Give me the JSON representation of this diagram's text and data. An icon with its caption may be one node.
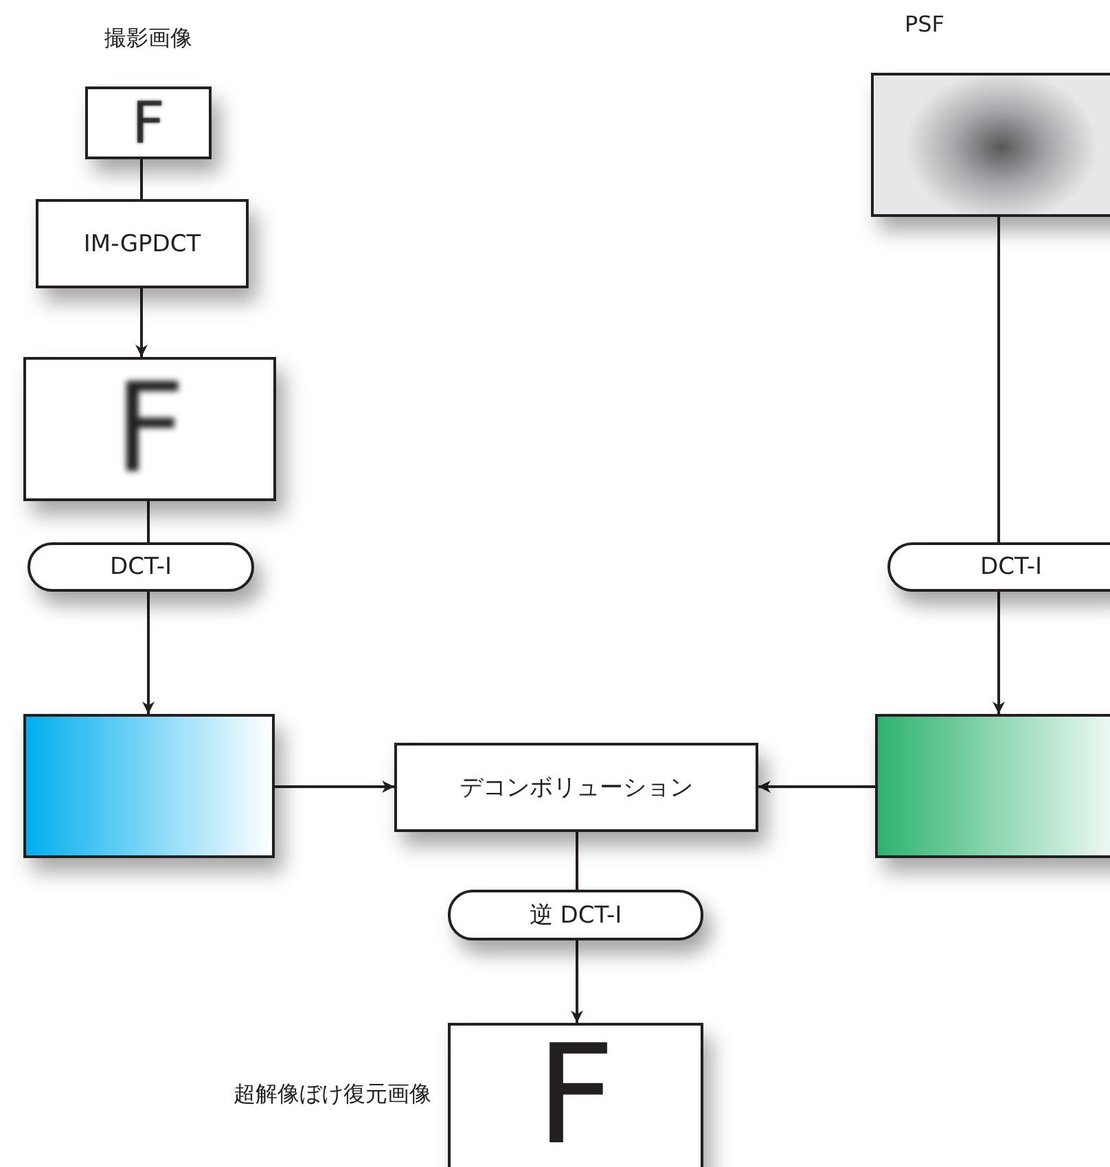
{
  "diagram": {
    "nodes": [
      {
        "text": [
          "撮影画像",
          "F"
        ]
      },
      {
        "text": [
          "IM-GPDCT"
        ]
      },
      {
        "text": [
          "F"
        ]
      },
      {
        "text": [
          "DCT-I"
        ]
      },
      {
        "text": [],
        "shape": "box"
      },
      {
        "text": [
          "デコンボリューション"
        ]
      },
      {
        "text": [],
        "shape": "box"
      },
      {
        "text": [
          "PSF"
        ]
      },
      {
        "text": [
          "DCT-I"
        ]
      },
      {
        "text": [
          "逆 DCT-I"
        ]
      },
      {
        "text": [
          "F"
        ],
        "beside": [
          "超解像ぼけ復元画像"
        ]
      }
    ],
    "edges": [
      {
        "from": 0,
        "to": 1,
        "arrow": "none"
      },
      {
        "from": 1,
        "to": 2,
        "arrow": "to"
      },
      {
        "from": 2,
        "to": 3,
        "arrow": "none"
      },
      {
        "from": 3,
        "to": 4,
        "arrow": "to"
      },
      {
        "from": 7,
        "to": 8,
        "arrow": "none"
      },
      {
        "from": 8,
        "to": 6,
        "arrow": "to"
      },
      {
        "from": 4,
        "to": 5,
        "arrow": "to"
      },
      {
        "from": 6,
        "to": 5,
        "arrow": "to"
      },
      {
        "from": 5,
        "to": 9,
        "arrow": "none"
      },
      {
        "from": 9,
        "to": 10,
        "arrow": "to"
      }
    ]
  }
}
